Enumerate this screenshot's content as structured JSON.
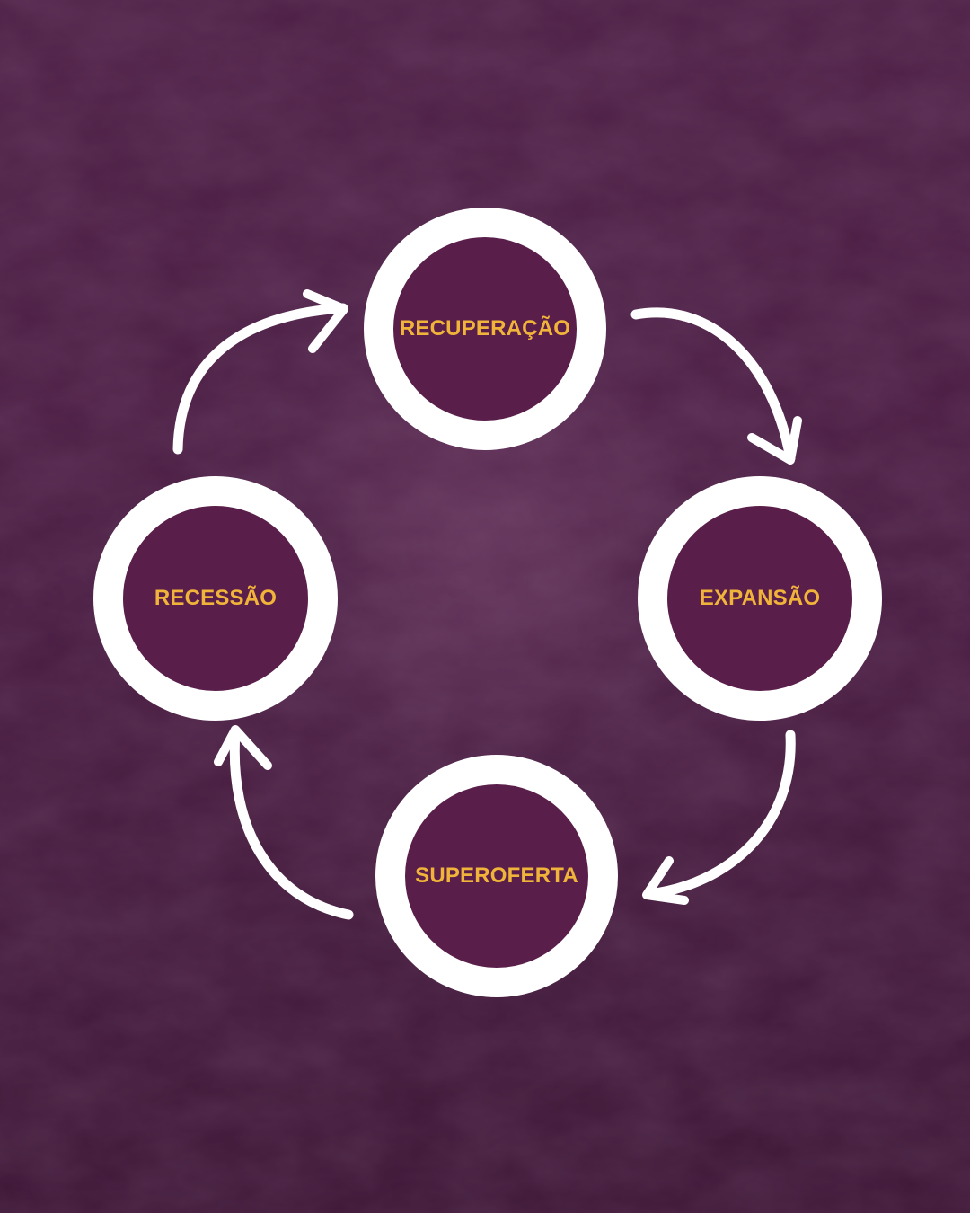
{
  "diagram": {
    "colors": {
      "background": "#4a1c42",
      "node_fill": "#5a1e4a",
      "node_ring": "#ffffff",
      "label": "#f0b43a",
      "arrow": "#ffffff"
    },
    "nodes": [
      {
        "id": "recuperacao",
        "label": "RECUPERAÇÃO"
      },
      {
        "id": "expansao",
        "label": "EXPANSÃO"
      },
      {
        "id": "superoferta",
        "label": "SUPEROFERTA"
      },
      {
        "id": "recessao",
        "label": "RECESSÃO"
      }
    ],
    "edges": [
      {
        "from": "recuperacao",
        "to": "expansao"
      },
      {
        "from": "expansao",
        "to": "superoferta"
      },
      {
        "from": "superoferta",
        "to": "recessao"
      },
      {
        "from": "recessao",
        "to": "recuperacao"
      }
    ]
  }
}
